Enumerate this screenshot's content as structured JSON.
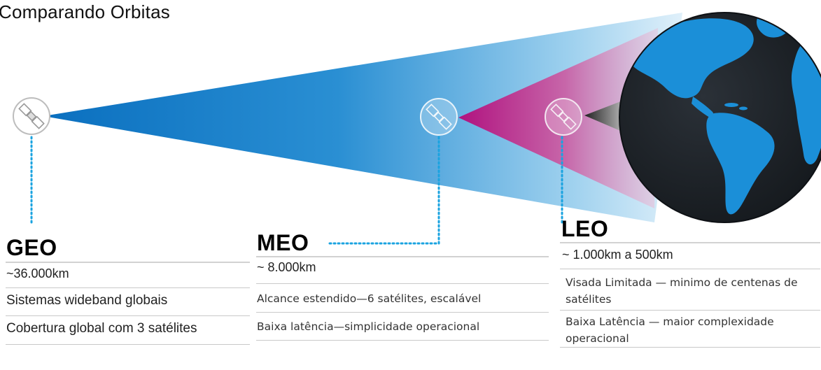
{
  "title": "Comparando Orbitas",
  "orbits": {
    "geo": {
      "name": "GEO",
      "altitude": "~36.000km",
      "rows": [
        "Sistemas wideband globais",
        "Cobertura global com 3 satélites"
      ]
    },
    "meo": {
      "name": "MEO",
      "altitude": "~ 8.000km",
      "rows": [
        "Alcance estendido—6 satélites, escalável",
        "Baixa latência—simplicidade operacional"
      ]
    },
    "leo": {
      "name": "LEO",
      "altitude": "~ 1.000km a 500km",
      "rows": [
        "Visada Limitada — minimo de centenas de satélites",
        "Baixa Latência — maior complexidade operacional"
      ]
    }
  },
  "colors": {
    "geo_beam": "#0a6fbf",
    "meo_beam": "#b0127f",
    "leo_beam": "#222222",
    "leader_line": "#1aa3e0",
    "earth_land": "#1b8fd8",
    "earth_ocean": "#1e2329"
  },
  "icons": [
    "satellite-icon",
    "earth-globe"
  ]
}
